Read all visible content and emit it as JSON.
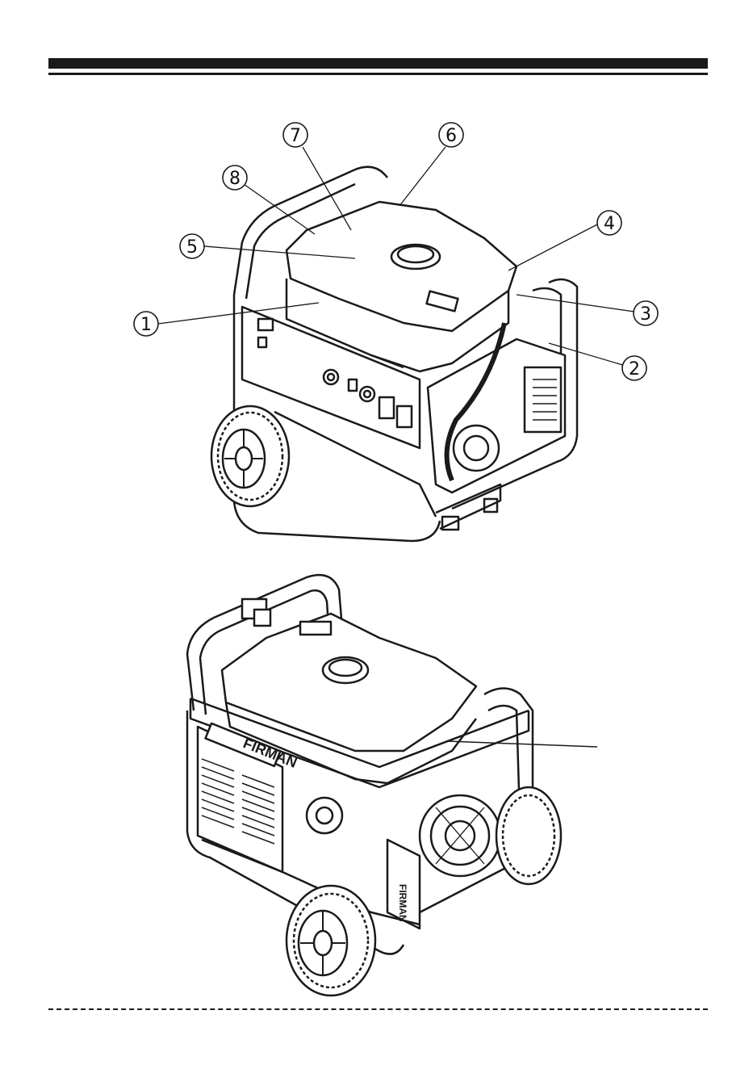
{
  "figure_top": {
    "callouts": [
      {
        "id": "callout-1",
        "number": "1"
      },
      {
        "id": "callout-2",
        "number": "2"
      },
      {
        "id": "callout-3",
        "number": "3"
      },
      {
        "id": "callout-4",
        "number": "4"
      },
      {
        "id": "callout-5",
        "number": "5"
      },
      {
        "id": "callout-6",
        "number": "6"
      },
      {
        "id": "callout-7",
        "number": "7"
      },
      {
        "id": "callout-8",
        "number": "8"
      }
    ]
  },
  "figure_bottom": {
    "brand_front": "FIRMAN",
    "brand_side": "FIRMAN"
  }
}
